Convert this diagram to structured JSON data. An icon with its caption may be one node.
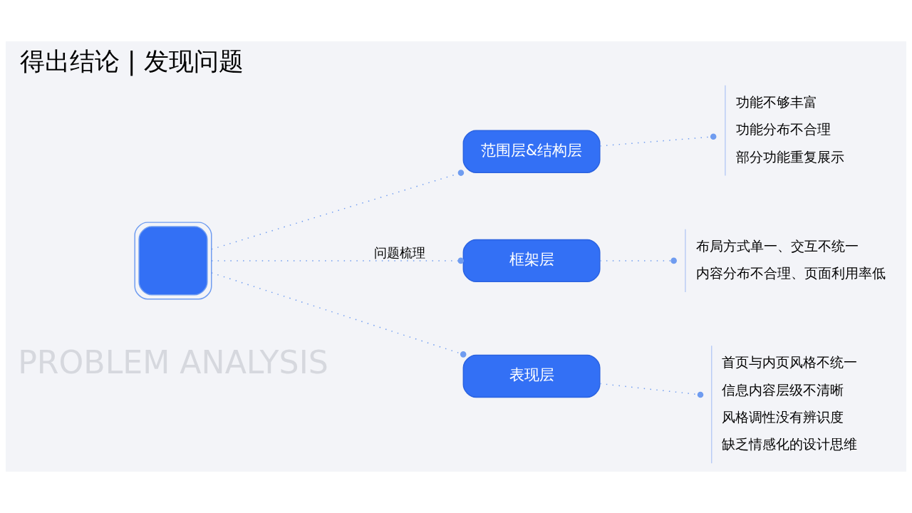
{
  "diagram": {
    "title": "得出结论 | 发现问题",
    "nodes": [
      {
        "text": [],
        "shape": "box"
      },
      {
        "text": [
          "范围层&结构层"
        ]
      },
      {
        "text": [
          "框架层"
        ]
      },
      {
        "text": [
          "表现层"
        ]
      },
      {
        "text": [
          "功能不够丰富",
          "功能分布不合理",
          "部分功能重复展示"
        ]
      },
      {
        "text": [
          "布局方式单一、交互不统一",
          "内容分布不合理、页面利用率低"
        ]
      },
      {
        "text": [
          "首页与内页风格不统一",
          "信息内容层级不清晰",
          "风格调性没有辨识度",
          "缺乏情感化的设计思维"
        ]
      }
    ],
    "edges": [
      {
        "from": 0,
        "to": 1,
        "arrow": "other",
        "style": "dashed"
      },
      {
        "from": 0,
        "to": 2,
        "arrow": "other",
        "style": "dashed",
        "label": "问题梳理"
      },
      {
        "from": 0,
        "to": 3,
        "arrow": "other",
        "style": "dashed"
      },
      {
        "from": 1,
        "to": 4,
        "arrow": "other",
        "style": "dashed"
      },
      {
        "from": 2,
        "to": 5,
        "arrow": "other",
        "style": "dashed"
      },
      {
        "from": 3,
        "to": 6,
        "arrow": "other",
        "style": "dashed"
      }
    ],
    "labels": [
      "PROBLEM ANALYSIS"
    ]
  }
}
